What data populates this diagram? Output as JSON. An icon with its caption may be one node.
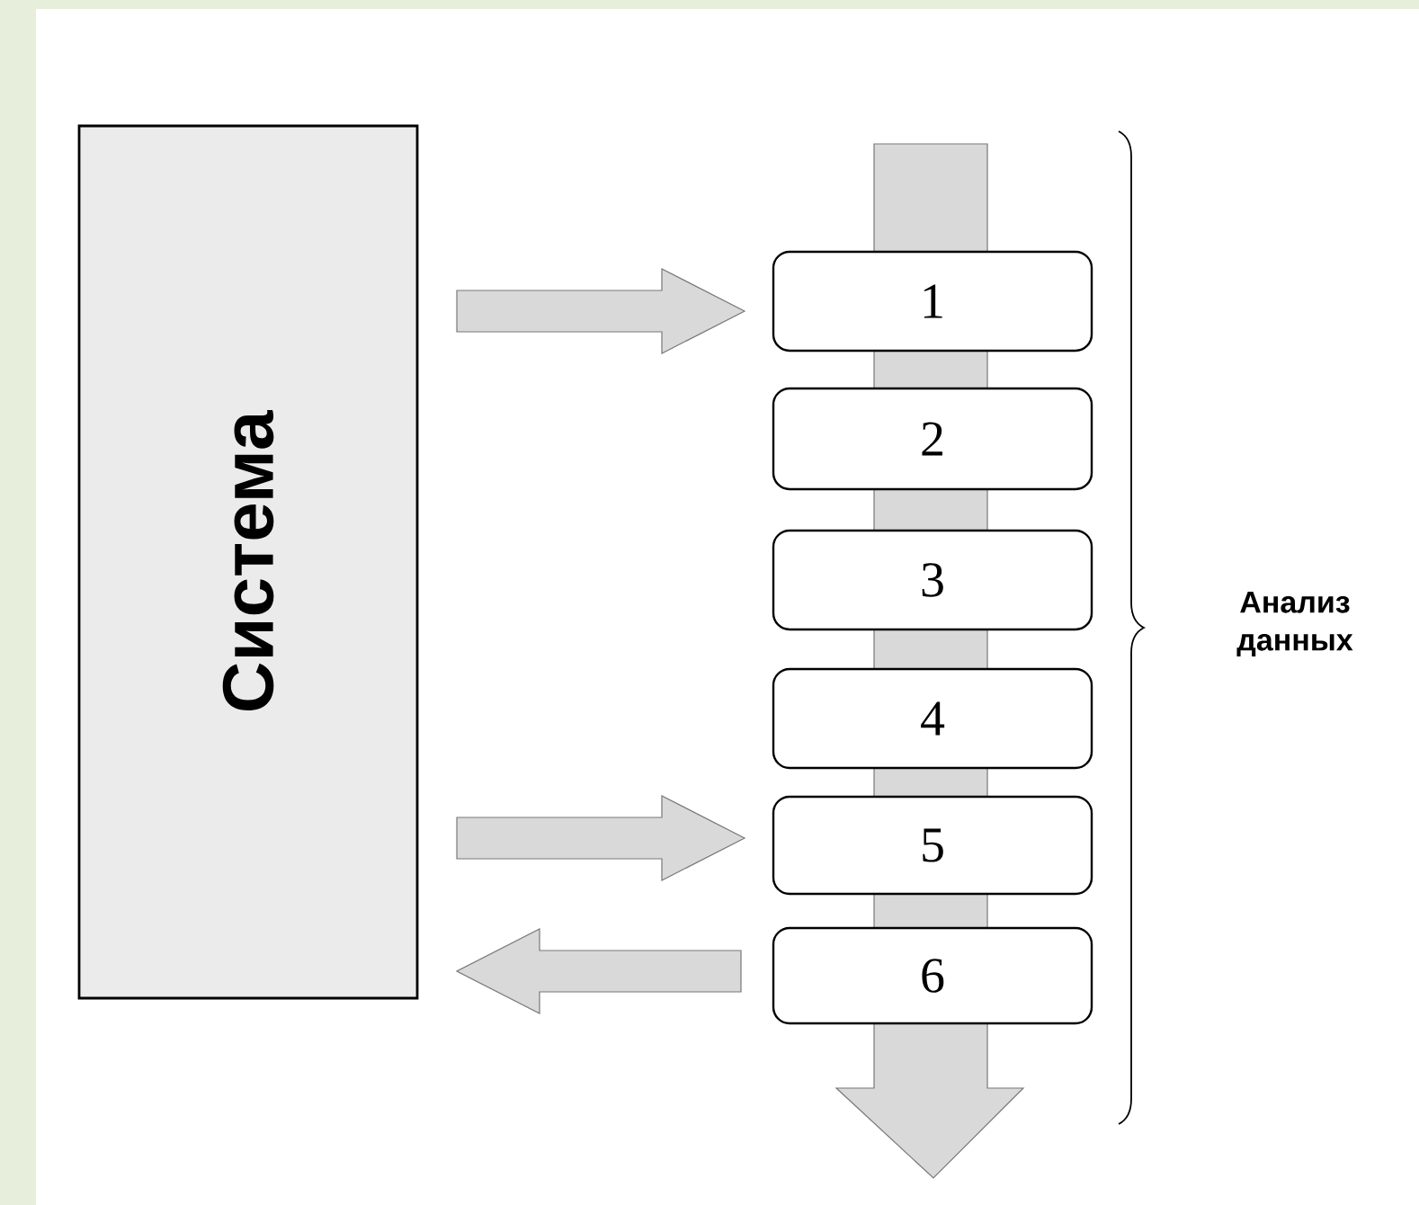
{
  "diagram": {
    "nodes": [
      {
        "text": [
          "Система"
        ]
      },
      {
        "text": [
          "1"
        ]
      },
      {
        "text": [
          "2"
        ]
      },
      {
        "text": [
          "3"
        ]
      },
      {
        "text": [
          "4"
        ]
      },
      {
        "text": [
          "5"
        ]
      },
      {
        "text": [
          "6"
        ]
      }
    ],
    "edges": [
      {
        "from": 0,
        "to": 1,
        "arrow": "to"
      },
      {
        "from": 0,
        "to": 5,
        "arrow": "to"
      },
      {
        "from": 6,
        "to": 0,
        "arrow": "to"
      }
    ],
    "labels": [
      "Анализ данных"
    ]
  }
}
